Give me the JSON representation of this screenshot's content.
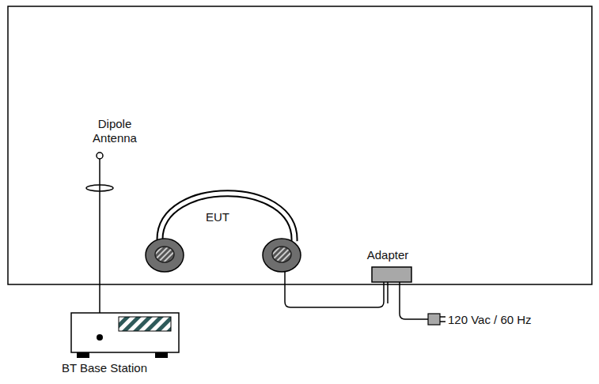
{
  "diagram": {
    "labels": [
      "Dipole Antenna",
      "EUT",
      "Adapter",
      "120 Vac / 60 Hz",
      "BT Base Station"
    ]
  }
}
